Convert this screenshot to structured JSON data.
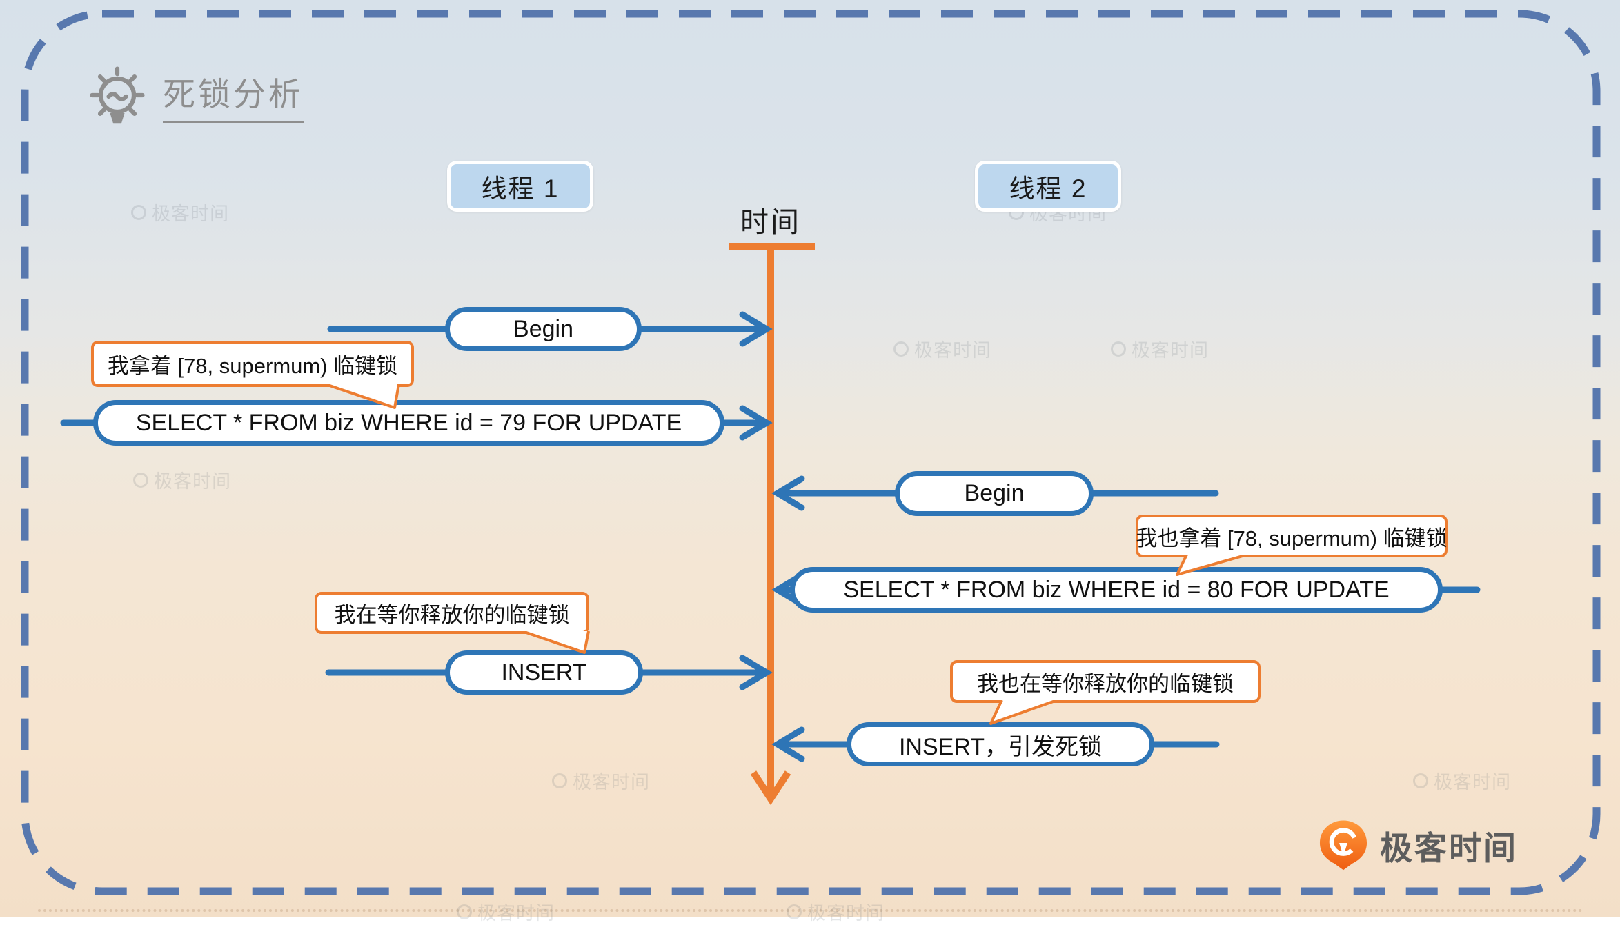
{
  "title": {
    "text": "死锁分析"
  },
  "labels": {
    "thread1": "线程 1",
    "thread2": "线程 2",
    "time_axis": "时间"
  },
  "events": [
    {
      "id": "t1-begin",
      "thread": "线程 1",
      "label": "Begin"
    },
    {
      "id": "t1-select",
      "thread": "线程 1",
      "label": "SELECT * FROM biz WHERE id = 79 FOR UPDATE",
      "callout": "我拿着 [78, supermum) 临键锁"
    },
    {
      "id": "t2-begin",
      "thread": "线程 2",
      "label": "Begin"
    },
    {
      "id": "t2-select",
      "thread": "线程 2",
      "label": "SELECT * FROM biz WHERE id = 80 FOR UPDATE",
      "callout": "我也拿着 [78, supermum) 临键锁"
    },
    {
      "id": "t1-insert",
      "thread": "线程 1",
      "label": "INSERT",
      "callout": "我在等你释放你的临键锁"
    },
    {
      "id": "t2-insert",
      "thread": "线程 2",
      "label": "INSERT，引发死锁",
      "callout": "我也在等你释放你的临键锁"
    }
  ],
  "watermark": {
    "brand": "极客时间"
  },
  "logo": {
    "brand": "极客时间"
  },
  "colors": {
    "accent_blue": "#2e75b6",
    "accent_orange": "#ed7d31",
    "dashed_border": "#5878ae",
    "thread_box_fill": "#bdd7ee",
    "title_gray": "#8e8e8e"
  }
}
